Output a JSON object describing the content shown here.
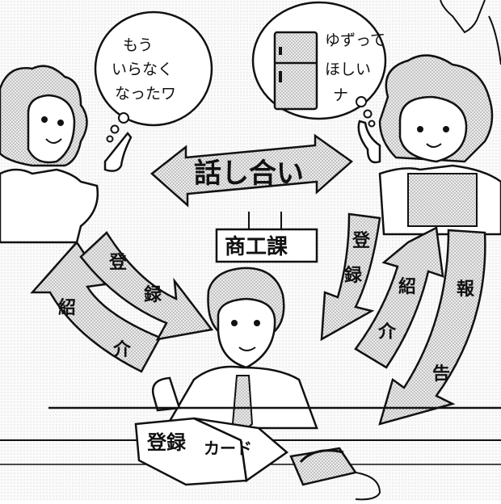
{
  "left_speech_bubble": {
    "lines": [
      "もう",
      "いらなく",
      "なったワ"
    ]
  },
  "right_speech_bubble": {
    "lines": [
      "ゆずって",
      "ほしい",
      "ナ"
    ]
  },
  "center_arrow": {
    "label": "話し合い"
  },
  "office_sign": {
    "label": "商工課"
  },
  "left_arrows": {
    "outer": {
      "chars": [
        "紹",
        "介"
      ]
    },
    "inner": {
      "chars": [
        "登",
        "録"
      ]
    }
  },
  "right_arrows": {
    "register": {
      "chars": [
        "登",
        "録"
      ]
    },
    "introduce": {
      "chars": [
        "紹",
        "介"
      ]
    },
    "report": {
      "chars": [
        "報",
        "告"
      ]
    }
  },
  "registration_book": {
    "left_page": "登録",
    "right_page": "カード"
  }
}
